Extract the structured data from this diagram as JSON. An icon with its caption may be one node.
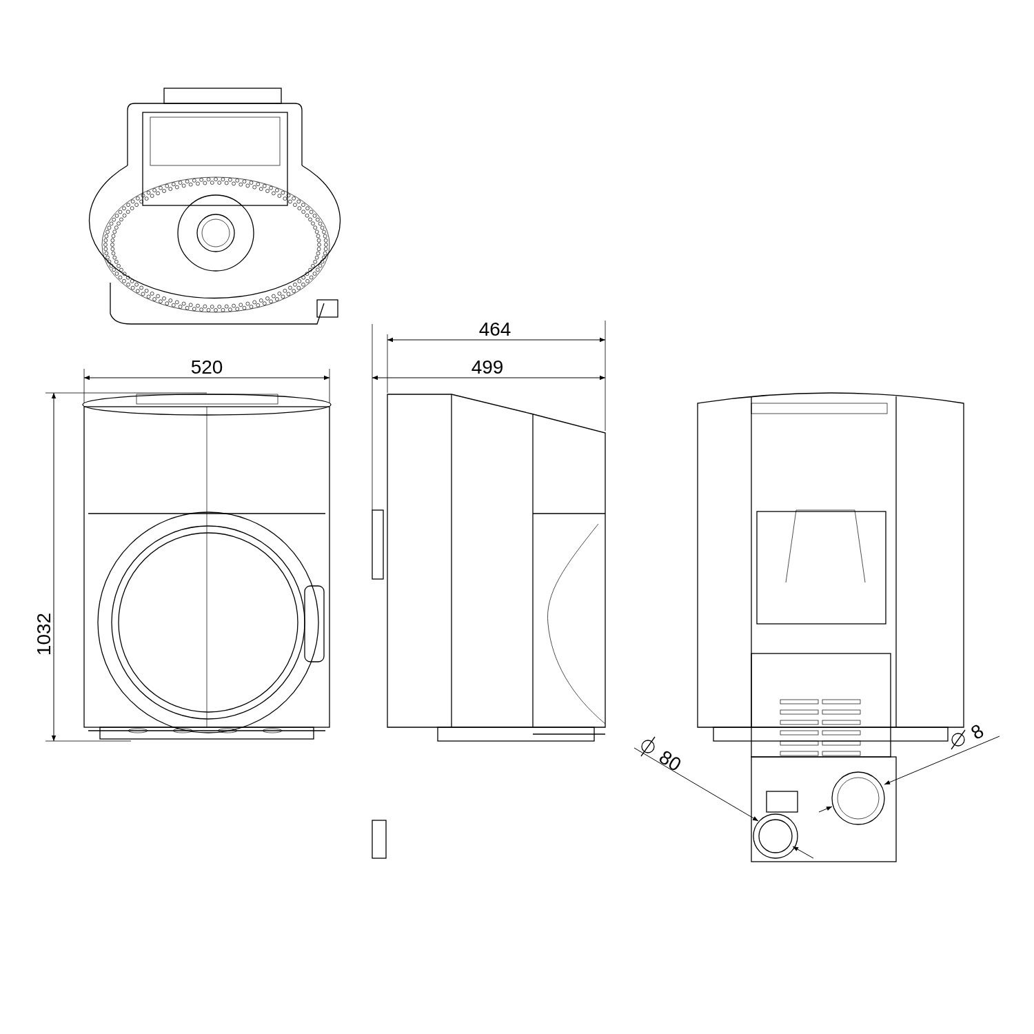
{
  "diagram": {
    "labels": [
      "464",
      "499",
      "520",
      "1032",
      "80",
      "8"
    ]
  }
}
